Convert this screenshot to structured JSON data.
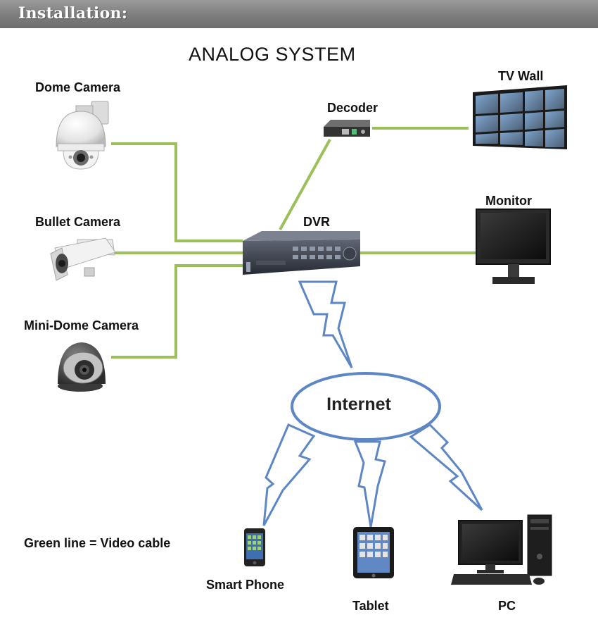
{
  "header": {
    "title": "Installation:"
  },
  "diagram": {
    "title": "ANALOG SYSTEM"
  },
  "devices": {
    "dome_camera": "Dome Camera",
    "bullet_camera": "Bullet Camera",
    "mini_dome_camera": "Mini-Dome Camera",
    "dvr": "DVR",
    "decoder": "Decoder",
    "tv_wall": "TV Wall",
    "monitor": "Monitor",
    "internet": "Internet",
    "smart_phone": "Smart Phone",
    "tablet": "Tablet",
    "pc": "PC"
  },
  "legend": {
    "text": "Green line = Video cable"
  },
  "colors": {
    "video_cable": "#9bc05a",
    "wireless": "#5d86c4",
    "header": "#7d7d7d"
  }
}
